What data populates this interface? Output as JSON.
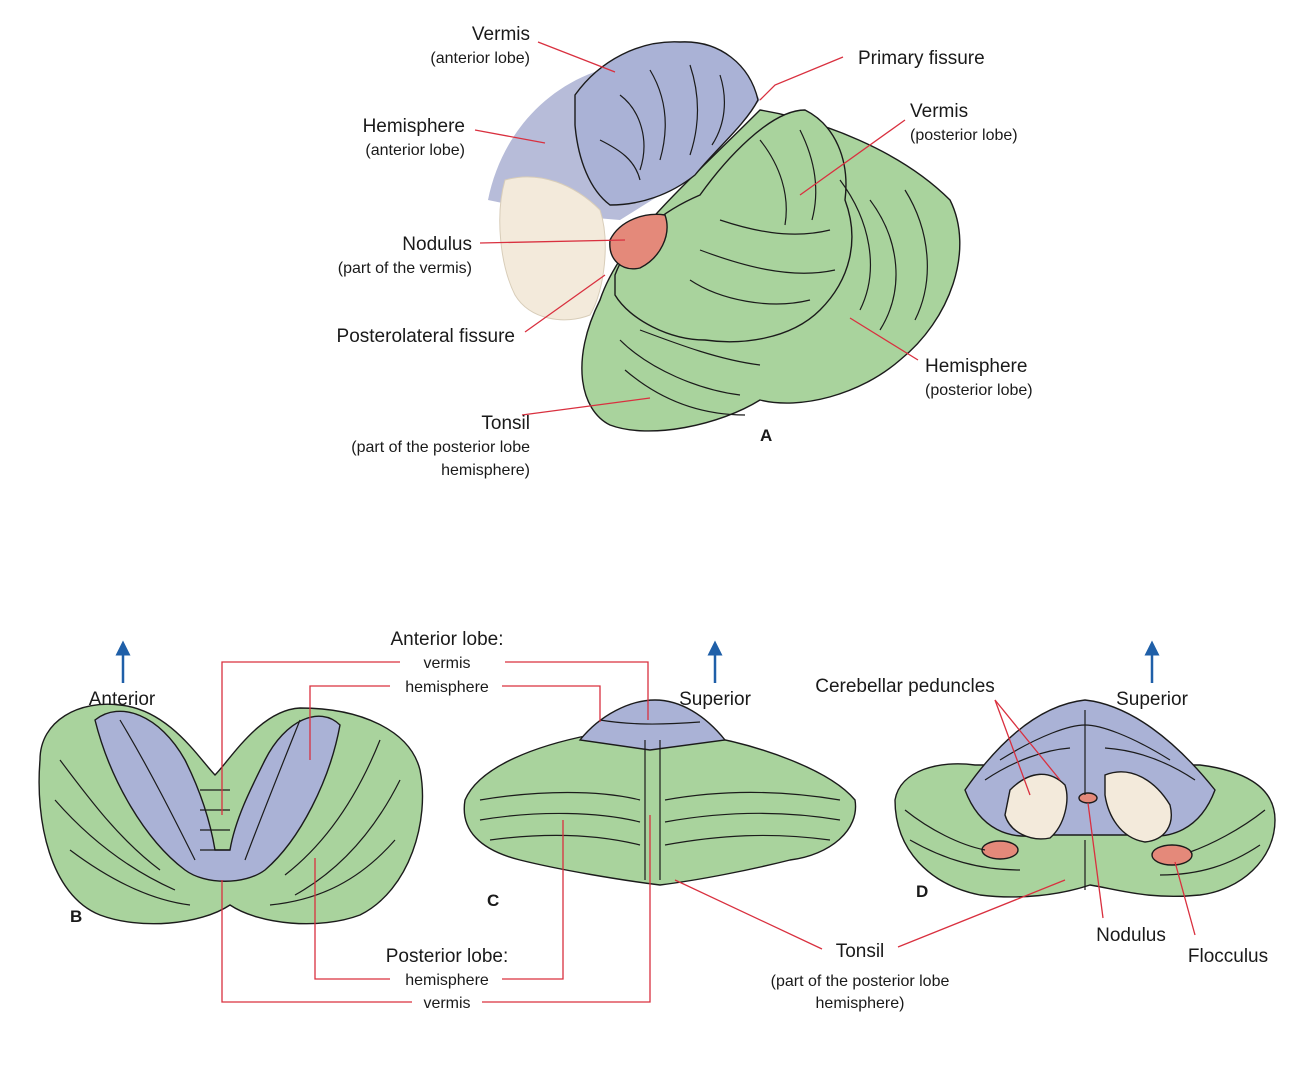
{
  "colors": {
    "anterior_lobe": "#aab2d6",
    "posterior_lobe": "#a9d39d",
    "nodulus_flocculus": "#e4897a",
    "white_matter": "#f3eadb",
    "leader_line": "#d9303f",
    "arrow": "#1f5fa8"
  },
  "panel_a": {
    "letter": "A",
    "vermis_ant": {
      "title": "Vermis",
      "sub": "(anterior lobe)"
    },
    "hemi_ant": {
      "title": "Hemisphere",
      "sub": "(anterior lobe)"
    },
    "primary_fissure": "Primary fissure",
    "vermis_post": {
      "title": "Vermis",
      "sub": "(posterior lobe)"
    },
    "nodulus": {
      "title": "Nodulus",
      "sub": "(part of the vermis)"
    },
    "posterolateral": "Posterolateral fissure",
    "hemi_post": {
      "title": "Hemisphere",
      "sub": "(posterior lobe)"
    },
    "tonsil": {
      "title": "Tonsil",
      "sub1": "(part of the posterior lobe",
      "sub2": "hemisphere)"
    }
  },
  "panel_b": {
    "letter": "B",
    "arrow_label": "Anterior",
    "arrow_icon": "arrow-up-icon"
  },
  "panel_c": {
    "letter": "C",
    "arrow_label": "Superior",
    "arrow_icon": "arrow-up-icon"
  },
  "panel_d": {
    "letter": "D",
    "arrow_label": "Superior",
    "arrow_icon": "arrow-up-icon",
    "peduncles": "Cerebellar peduncles",
    "nodulus": "Nodulus",
    "flocculus": "Flocculus"
  },
  "shared": {
    "anterior_lobe": "Anterior lobe:",
    "ant_vermis": "vermis",
    "ant_hemisphere": "hemisphere",
    "posterior_lobe": "Posterior lobe:",
    "post_hemisphere": "hemisphere",
    "post_vermis": "vermis",
    "tonsil": {
      "title": "Tonsil",
      "sub1": "(part of the posterior lobe",
      "sub2": "hemisphere)"
    }
  }
}
